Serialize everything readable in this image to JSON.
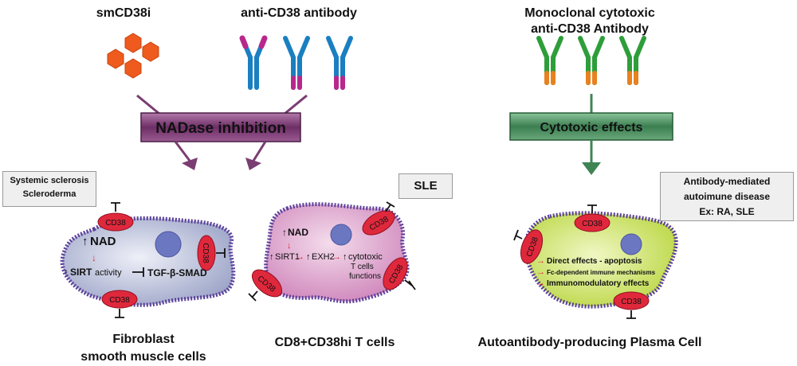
{
  "headers": {
    "smcd38i": "smCD38i",
    "anti_cd38": "anti-CD38 antibody",
    "monoclonal_line1": "Monoclonal cytotoxic",
    "monoclonal_line2": "anti-CD38 Antibody"
  },
  "mechanisms": {
    "nadase": "NADase inhibition",
    "cytotoxic": "Cytotoxic effects"
  },
  "disease_boxes": {
    "ssc_line1": "Systemic sclerosis",
    "ssc_line2": "Scleroderma",
    "sle": "SLE",
    "ab_line1": "Antibody-mediated",
    "ab_line2": "autoimune disease",
    "ab_line3": "Ex: RA, SLE"
  },
  "receptor_label": "CD38",
  "cell_fibroblast": {
    "nad": "NAD",
    "sirt": "SIRT",
    "activity": "activity",
    "tgf": "TGF-β-SMAD",
    "caption_line1": "Fibroblast",
    "caption_line2": "smooth muscle cells"
  },
  "cell_tcell": {
    "nad": "NAD",
    "sirt1": "SIRT1",
    "exh2": "EXH2",
    "cytotoxic_line1": "cytotoxic",
    "cytotoxic_line2": "T cells",
    "cytotoxic_line3": "functions",
    "caption": "CD8+CD38hi T cells"
  },
  "cell_plasma": {
    "effect1": "Direct effects - apoptosis",
    "effect2": "Fc-dependent immune mechanisms",
    "effect3": "Immunomodulatory effects",
    "caption": "Autoantibody-producing Plasma Cell"
  },
  "colors": {
    "hexagon": "#ef5a1e",
    "antibody_blue": "#1a7fc1",
    "antibody_magenta": "#b8288c",
    "antibody_green": "#2e9e3a",
    "antibody_orange": "#e8811f",
    "nadase_box": "#7a3d72",
    "cytotoxic_box": "#3f8454",
    "cd38_receptor": "#e0283c",
    "fibroblast_fill": "#b9bfd8",
    "tcell_fill": "#d898c4",
    "plasma_fill": "#c7df55",
    "nucleus": "#6c77c2",
    "membrane": "#5b3f9a",
    "red_arrow": "#e0283c"
  }
}
